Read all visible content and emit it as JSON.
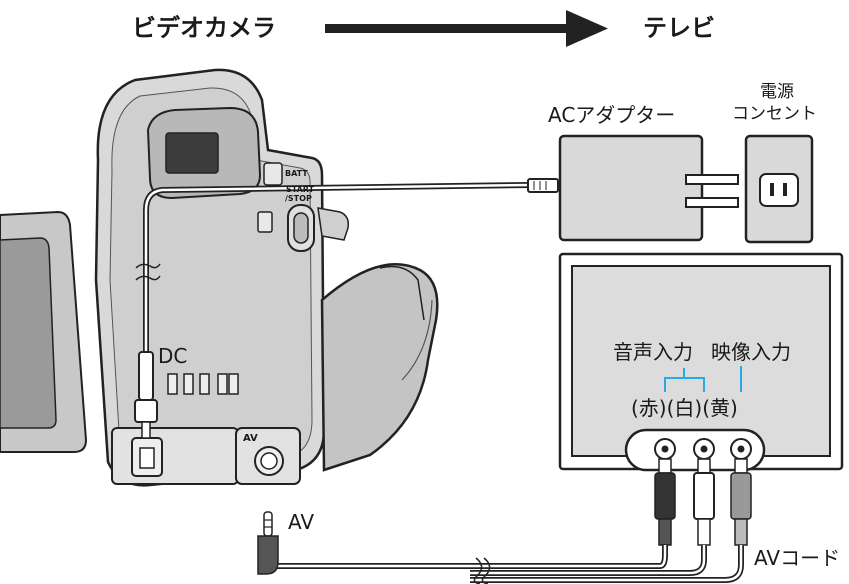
{
  "header": {
    "source": "ビデオカメラ",
    "destination": "テレビ"
  },
  "labels": {
    "ac_adapter": "ACアダプター",
    "outlet_line1": "電源",
    "outlet_line2": "コンセント",
    "audio_input": "音声入力",
    "video_input": "映像入力",
    "colors": "(赤)(白)(黄)",
    "dc": "DC",
    "av_plug": "AV",
    "av_cord": "AVコード"
  },
  "camera_markings": {
    "batt": "BATT",
    "start_stop_1": "START",
    "start_stop_2": "/STOP",
    "av_port": "AV"
  },
  "colors": {
    "outline": "#222222",
    "camera_body": "#d9d9d9",
    "tv_screen": "#dcdcdc",
    "bracket": "#29abe2"
  }
}
